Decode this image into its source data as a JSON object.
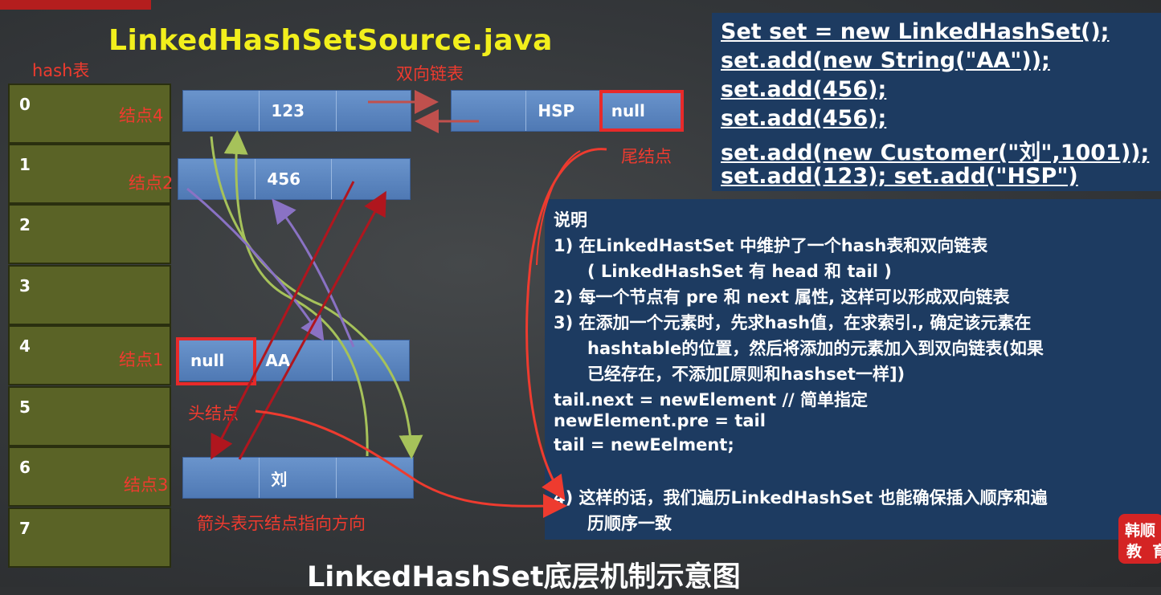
{
  "title": "LinkedHashSetSource.java",
  "hash_table": {
    "label": "hash表",
    "slots": [
      "0",
      "1",
      "2",
      "3",
      "4",
      "5",
      "6",
      "7"
    ]
  },
  "linked_list_label": "双向链表",
  "nodes": {
    "node4": {
      "label": "结点4",
      "cells": [
        "",
        "123",
        ""
      ]
    },
    "node_hsp": {
      "cells": [
        "",
        "HSP",
        "null"
      ]
    },
    "node2": {
      "label": "结点2",
      "cells": [
        "",
        "456",
        ""
      ]
    },
    "node1": {
      "label": "结点1",
      "cells": [
        "null",
        "AA",
        ""
      ]
    },
    "node3": {
      "label": "结点3",
      "cells": [
        "",
        "刘",
        ""
      ]
    }
  },
  "tail_label": "尾结点",
  "head_label": "头结点",
  "arrow_note": "箭头表示结点指向方向",
  "code_lines": [
    "Set set = new LinkedHashSet();",
    "set.add(new String(\"AA\"));",
    "set.add(456);",
    "set.add(456);",
    "set.add(new Customer(\"刘\",1001));",
    "set.add(123); set.add(\"HSP\")"
  ],
  "description": {
    "heading": "说明",
    "lines": [
      "1)  在LinkedHastSet 中维护了一个hash表和双向链表",
      "( LinkedHashSet 有 head 和 tail )",
      "2)  每一个节点有 pre 和 next 属性, 这样可以形成双向链表",
      "3)  在添加一个元素时，先求hash值，在求索引., 确定该元素在",
      "hashtable的位置，然后将添加的元素加入到双向链表(如果",
      "已经存在，不添加[原则和hashset一样])",
      "tail.next = newElement // 简单指定",
      "newElement.pre = tail",
      "tail = newEelment;",
      "4)  这样的话，我们遍历LinkedHashSet 也能确保插入顺序和遍",
      "历顺序一致"
    ]
  },
  "footer_title": "LinkedHashSet底层机制示意图",
  "badge_text": [
    "韩顺",
    "教  育"
  ],
  "colors": {
    "title": "#f2ef1c",
    "annotation_red": "#ee3b2f",
    "hash_slot": "#5a6326",
    "node_blue": "#5a84bf",
    "panel_navy": "#1d3b61",
    "arrow_green": "#a6c25a",
    "arrow_purple": "#8a72c4",
    "arrow_darkred": "#b0161e"
  }
}
